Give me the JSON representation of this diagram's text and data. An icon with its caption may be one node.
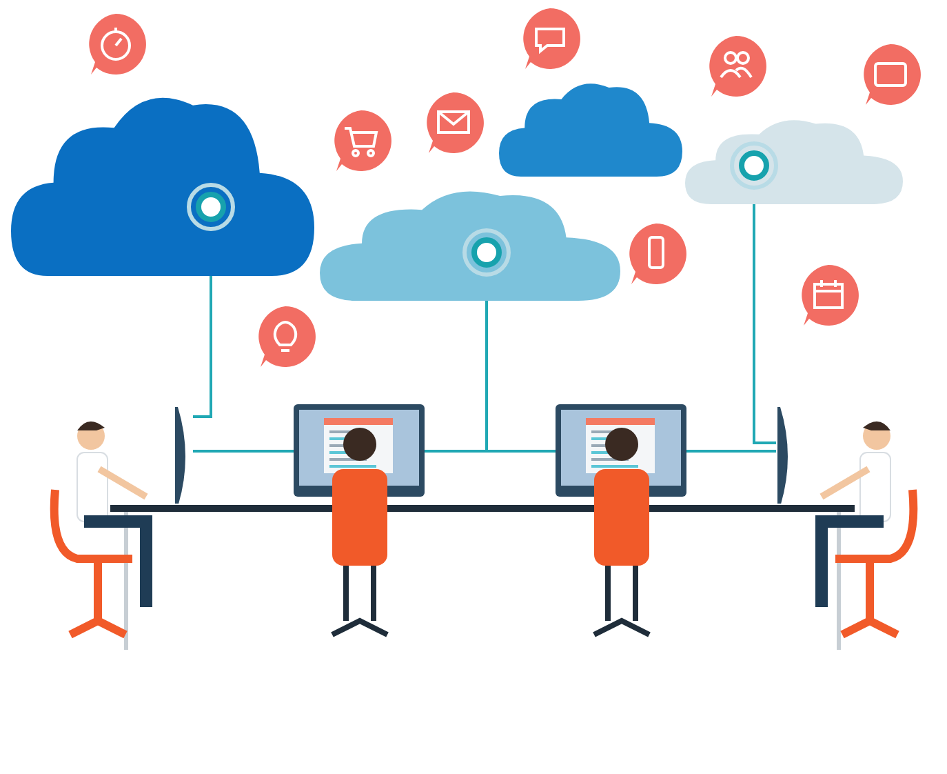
{
  "diagram": {
    "nodes": [
      {
        "text": [],
        "shape": "cloud"
      },
      {
        "text": [],
        "shape": "cloud"
      },
      {
        "text": [],
        "shape": "cloud"
      },
      {
        "text": [],
        "shape": "cloud"
      },
      {
        "text": [],
        "shape": "picture"
      },
      {
        "text": [],
        "shape": "picture"
      },
      {
        "text": [],
        "shape": "picture"
      },
      {
        "text": [],
        "shape": "picture"
      }
    ],
    "edges": [
      {
        "from": 0,
        "to": 4,
        "arrow": "none"
      },
      {
        "from": 4,
        "to": 5,
        "arrow": "none"
      },
      {
        "from": 5,
        "to": 6,
        "arrow": "none"
      },
      {
        "from": 1,
        "to": 5,
        "arrow": "none"
      },
      {
        "from": 1,
        "to": 6,
        "arrow": "none"
      },
      {
        "from": 6,
        "to": 7,
        "arrow": "none"
      },
      {
        "from": 3,
        "to": 7,
        "arrow": "none"
      }
    ]
  }
}
